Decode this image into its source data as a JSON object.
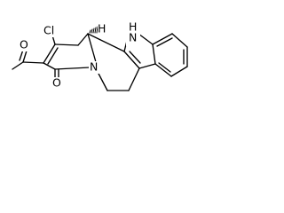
{
  "molecule": {
    "atom_labels": {
      "chlorine": "Cl",
      "ring_oxygen": "O",
      "acetyl_oxygen": "O",
      "nitrogen": "N",
      "indole_nh": "N",
      "indole_h": "H",
      "stereo_h": "H"
    },
    "stereo_bond": "hashed-wedge",
    "line_color": "#000000",
    "background": "#ffffff"
  }
}
